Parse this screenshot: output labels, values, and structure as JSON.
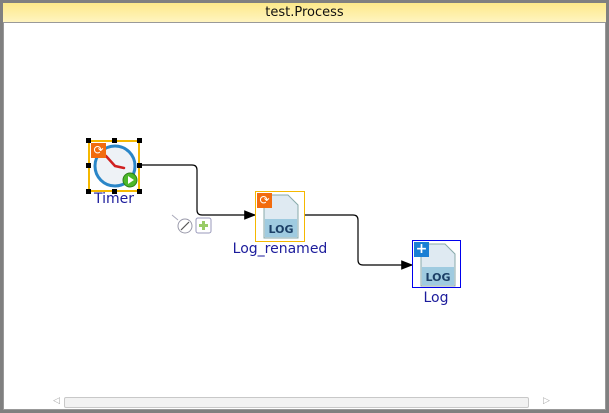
{
  "editor": {
    "title": "test.Process"
  },
  "nodes": [
    {
      "label": "Timer",
      "icon": "timer-clock-icon",
      "badge": "refresh-icon"
    },
    {
      "label": "Log_renamed",
      "icon": "log-file-icon",
      "badge": "refresh-icon"
    },
    {
      "label": "Log",
      "icon": "log-file-icon",
      "badge": "plus-icon"
    }
  ],
  "icon_text": "LOG",
  "colors": {
    "title_bar": "#fde98a",
    "label": "#1c1c9c",
    "selection": "#f5b800",
    "log_selection": "#0000ee",
    "badge_orange": "#f26c0f",
    "badge_blue": "#1a7fd4"
  }
}
